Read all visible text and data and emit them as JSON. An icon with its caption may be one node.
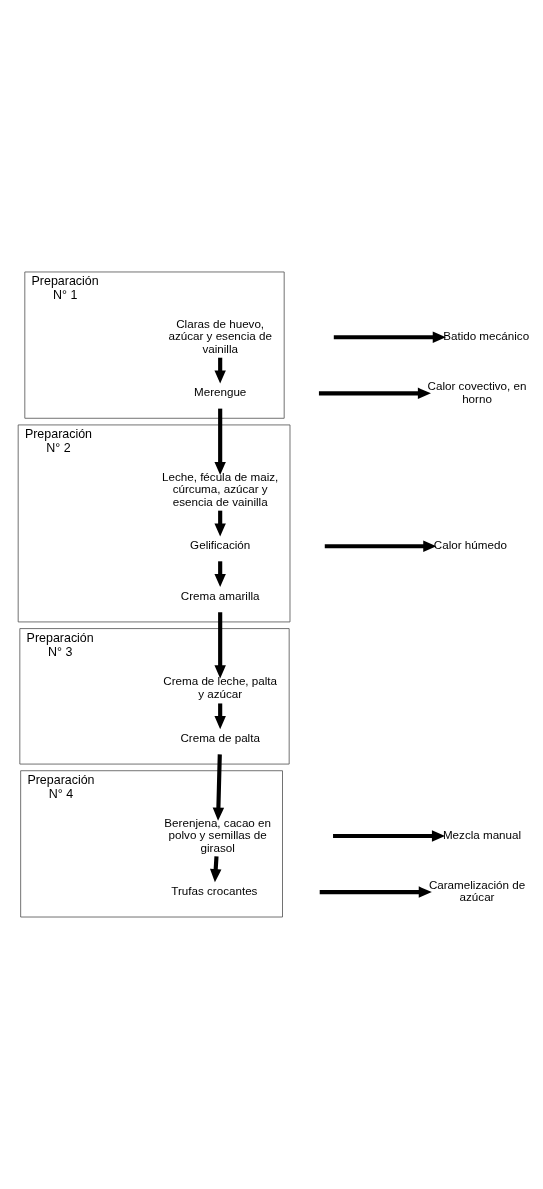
{
  "diagram": {
    "nodes": [
      {
        "text": [
          "Preparación N° 1"
        ]
      },
      {
        "text": [
          "Claras de huevo, azúcar y esencia de vainilla"
        ],
        "in": 0
      },
      {
        "text": [
          "Batido mecánico"
        ]
      },
      {
        "text": [
          "Calor covectivo, en horno"
        ]
      },
      {
        "text": [
          "Merengue"
        ],
        "in": 0
      },
      {
        "text": [
          "Preparación N° 2"
        ]
      },
      {
        "text": [
          "Leche, fécula de maiz, cúrcuma, azúcar y esencia de vainilla"
        ],
        "in": 5
      },
      {
        "text": [
          "Calor húmedo"
        ]
      },
      {
        "text": [
          "Gelificación"
        ],
        "in": 5
      },
      {
        "text": [
          "Crema amarilla"
        ],
        "in": 5
      },
      {
        "text": [
          "Preparación N° 3"
        ]
      },
      {
        "text": [
          "Crema de leche, palta y azúcar"
        ],
        "in": 10
      },
      {
        "text": [
          "Crema de palta"
        ],
        "in": 10
      },
      {
        "text": [
          "Mezcla manual"
        ]
      },
      {
        "text": [
          "Preparación N° 4"
        ]
      },
      {
        "text": [
          "Berenjena, cacao en polvo y semillas de girasol"
        ],
        "in": 14
      },
      {
        "text": [
          "Caramelización de azúcar"
        ]
      },
      {
        "text": [
          "Trufas crocantes"
        ],
        "in": 14
      }
    ],
    "edges": [
      {
        "from": 1,
        "to": 4,
        "arrow": "to"
      },
      {
        "from": null,
        "to": 2,
        "arrow": "to"
      },
      {
        "from": null,
        "to": 3,
        "arrow": "to"
      },
      {
        "from": 4,
        "to": 6,
        "arrow": "to"
      },
      {
        "from": 6,
        "to": 8,
        "arrow": "to"
      },
      {
        "from": null,
        "to": 7,
        "arrow": "to"
      },
      {
        "from": 8,
        "to": 9,
        "arrow": "to"
      },
      {
        "from": 9,
        "to": 11,
        "arrow": "to"
      },
      {
        "from": 11,
        "to": 12,
        "arrow": "to"
      },
      {
        "from": 12,
        "to": 15,
        "arrow": "to"
      },
      {
        "from": null,
        "to": 13,
        "arrow": "to"
      },
      {
        "from": 15,
        "to": 17,
        "arrow": "to"
      },
      {
        "from": null,
        "to": 16,
        "arrow": "to"
      }
    ]
  }
}
